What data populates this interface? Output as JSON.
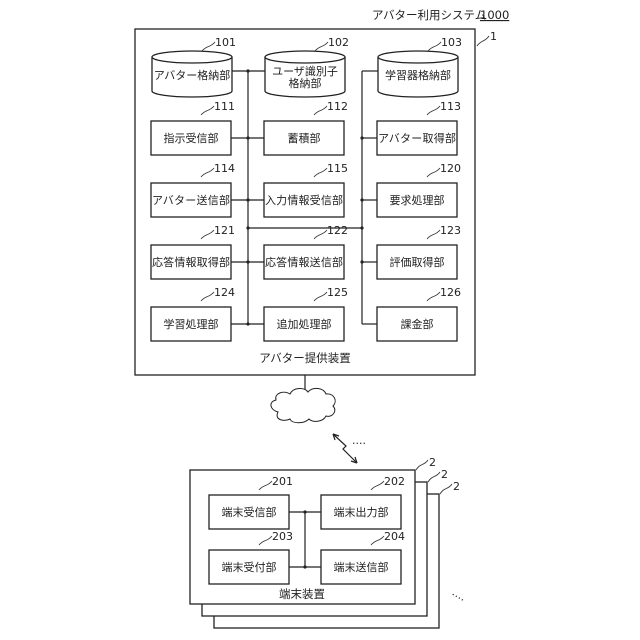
{
  "system_title": "アバター利用システム",
  "system_number": "1000",
  "provider": {
    "ref": "1",
    "label": "アバター提供装置",
    "storages": [
      {
        "ref": "101",
        "lines": [
          "アバター格納部"
        ]
      },
      {
        "ref": "102",
        "lines": [
          "ユーザ識別子",
          "格納部"
        ]
      },
      {
        "ref": "103",
        "lines": [
          "学習器格納部"
        ]
      }
    ],
    "units": [
      {
        "ref": "111",
        "label": "指示受信部"
      },
      {
        "ref": "112",
        "label": "蓄積部"
      },
      {
        "ref": "113",
        "label": "アバター取得部"
      },
      {
        "ref": "114",
        "label": "アバター送信部"
      },
      {
        "ref": "115",
        "label": "入力情報受信部"
      },
      {
        "ref": "120",
        "label": "要求処理部"
      },
      {
        "ref": "121",
        "label": "応答情報取得部"
      },
      {
        "ref": "122",
        "label": "応答情報送信部"
      },
      {
        "ref": "123",
        "label": "評価取得部"
      },
      {
        "ref": "124",
        "label": "学習処理部"
      },
      {
        "ref": "125",
        "label": "追加処理部"
      },
      {
        "ref": "126",
        "label": "課金部"
      }
    ]
  },
  "network": {
    "ellipsis": "····"
  },
  "terminal": {
    "refs": [
      "2",
      "2",
      "2"
    ],
    "label": "端末装置",
    "units": [
      {
        "ref": "201",
        "label": "端末受信部"
      },
      {
        "ref": "202",
        "label": "端末出力部"
      },
      {
        "ref": "203",
        "label": "端末受付部"
      },
      {
        "ref": "204",
        "label": "端末送信部"
      }
    ],
    "ellipsis": "····"
  }
}
